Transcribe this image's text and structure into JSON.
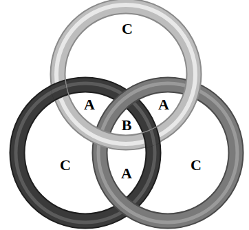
{
  "diagram": {
    "labels": [
      "C",
      "A",
      "A",
      "B",
      "C",
      "A",
      "C"
    ]
  }
}
